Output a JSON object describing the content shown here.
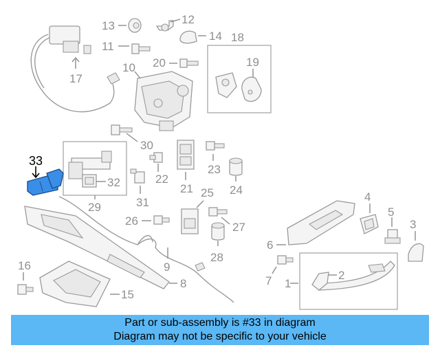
{
  "callouts": {
    "p1": "1",
    "p2": "2",
    "p3": "3",
    "p4": "4",
    "p5": "5",
    "p6": "6",
    "p7": "7",
    "p8": "8",
    "p9": "9",
    "p10": "10",
    "p11": "11",
    "p12": "12",
    "p13": "13",
    "p14": "14",
    "p15": "15",
    "p16": "16",
    "p17": "17",
    "p18": "18",
    "p19": "19",
    "p20": "20",
    "p21": "21",
    "p22": "22",
    "p23": "23",
    "p24": "24",
    "p25": "25",
    "p26": "26",
    "p27": "27",
    "p28": "28",
    "p29": "29",
    "p30": "30",
    "p31": "31",
    "p32": "32",
    "p33": "33"
  },
  "highlight": {
    "part": "33",
    "color": "#3a8ee8"
  },
  "banner": {
    "line1": "Part or sub-assembly is #33 in diagram",
    "line2": "Diagram may not be specific to your vehicle",
    "background": "#5bb8f5"
  }
}
